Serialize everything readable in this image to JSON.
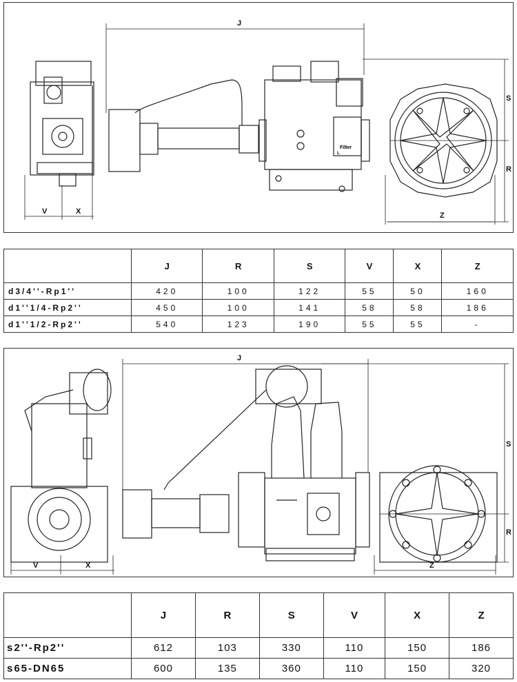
{
  "diagram1": {
    "dim_labels": {
      "J": "J",
      "S": "S",
      "R": "R",
      "V": "V",
      "X": "X",
      "Z": "Z"
    },
    "plate_text": {
      "filter": "Filter",
      "l": "L"
    }
  },
  "table1": {
    "headers": [
      "J",
      "R",
      "S",
      "V",
      "X",
      "Z"
    ],
    "rows": [
      {
        "label": "d3/4''-Rp1''",
        "values": [
          "420",
          "100",
          "122",
          "55",
          "50",
          "160"
        ]
      },
      {
        "label": "d1''1/4-Rp2''",
        "values": [
          "450",
          "100",
          "141",
          "58",
          "58",
          "186"
        ]
      },
      {
        "label": "d1''1/2-Rp2''",
        "values": [
          "540",
          "123",
          "190",
          "55",
          "55",
          "-"
        ]
      }
    ]
  },
  "diagram2": {
    "dim_labels": {
      "J": "J",
      "S": "S",
      "R": "R",
      "V": "V",
      "X": "X",
      "Z": "Z"
    }
  },
  "table2": {
    "headers": [
      "J",
      "R",
      "S",
      "V",
      "X",
      "Z"
    ],
    "rows": [
      {
        "label": "s2''-Rp2''",
        "values": [
          "612",
          "103",
          "330",
          "110",
          "150",
          "186"
        ]
      },
      {
        "label": "s65-DN65",
        "values": [
          "600",
          "135",
          "360",
          "110",
          "150",
          "320"
        ]
      }
    ]
  }
}
